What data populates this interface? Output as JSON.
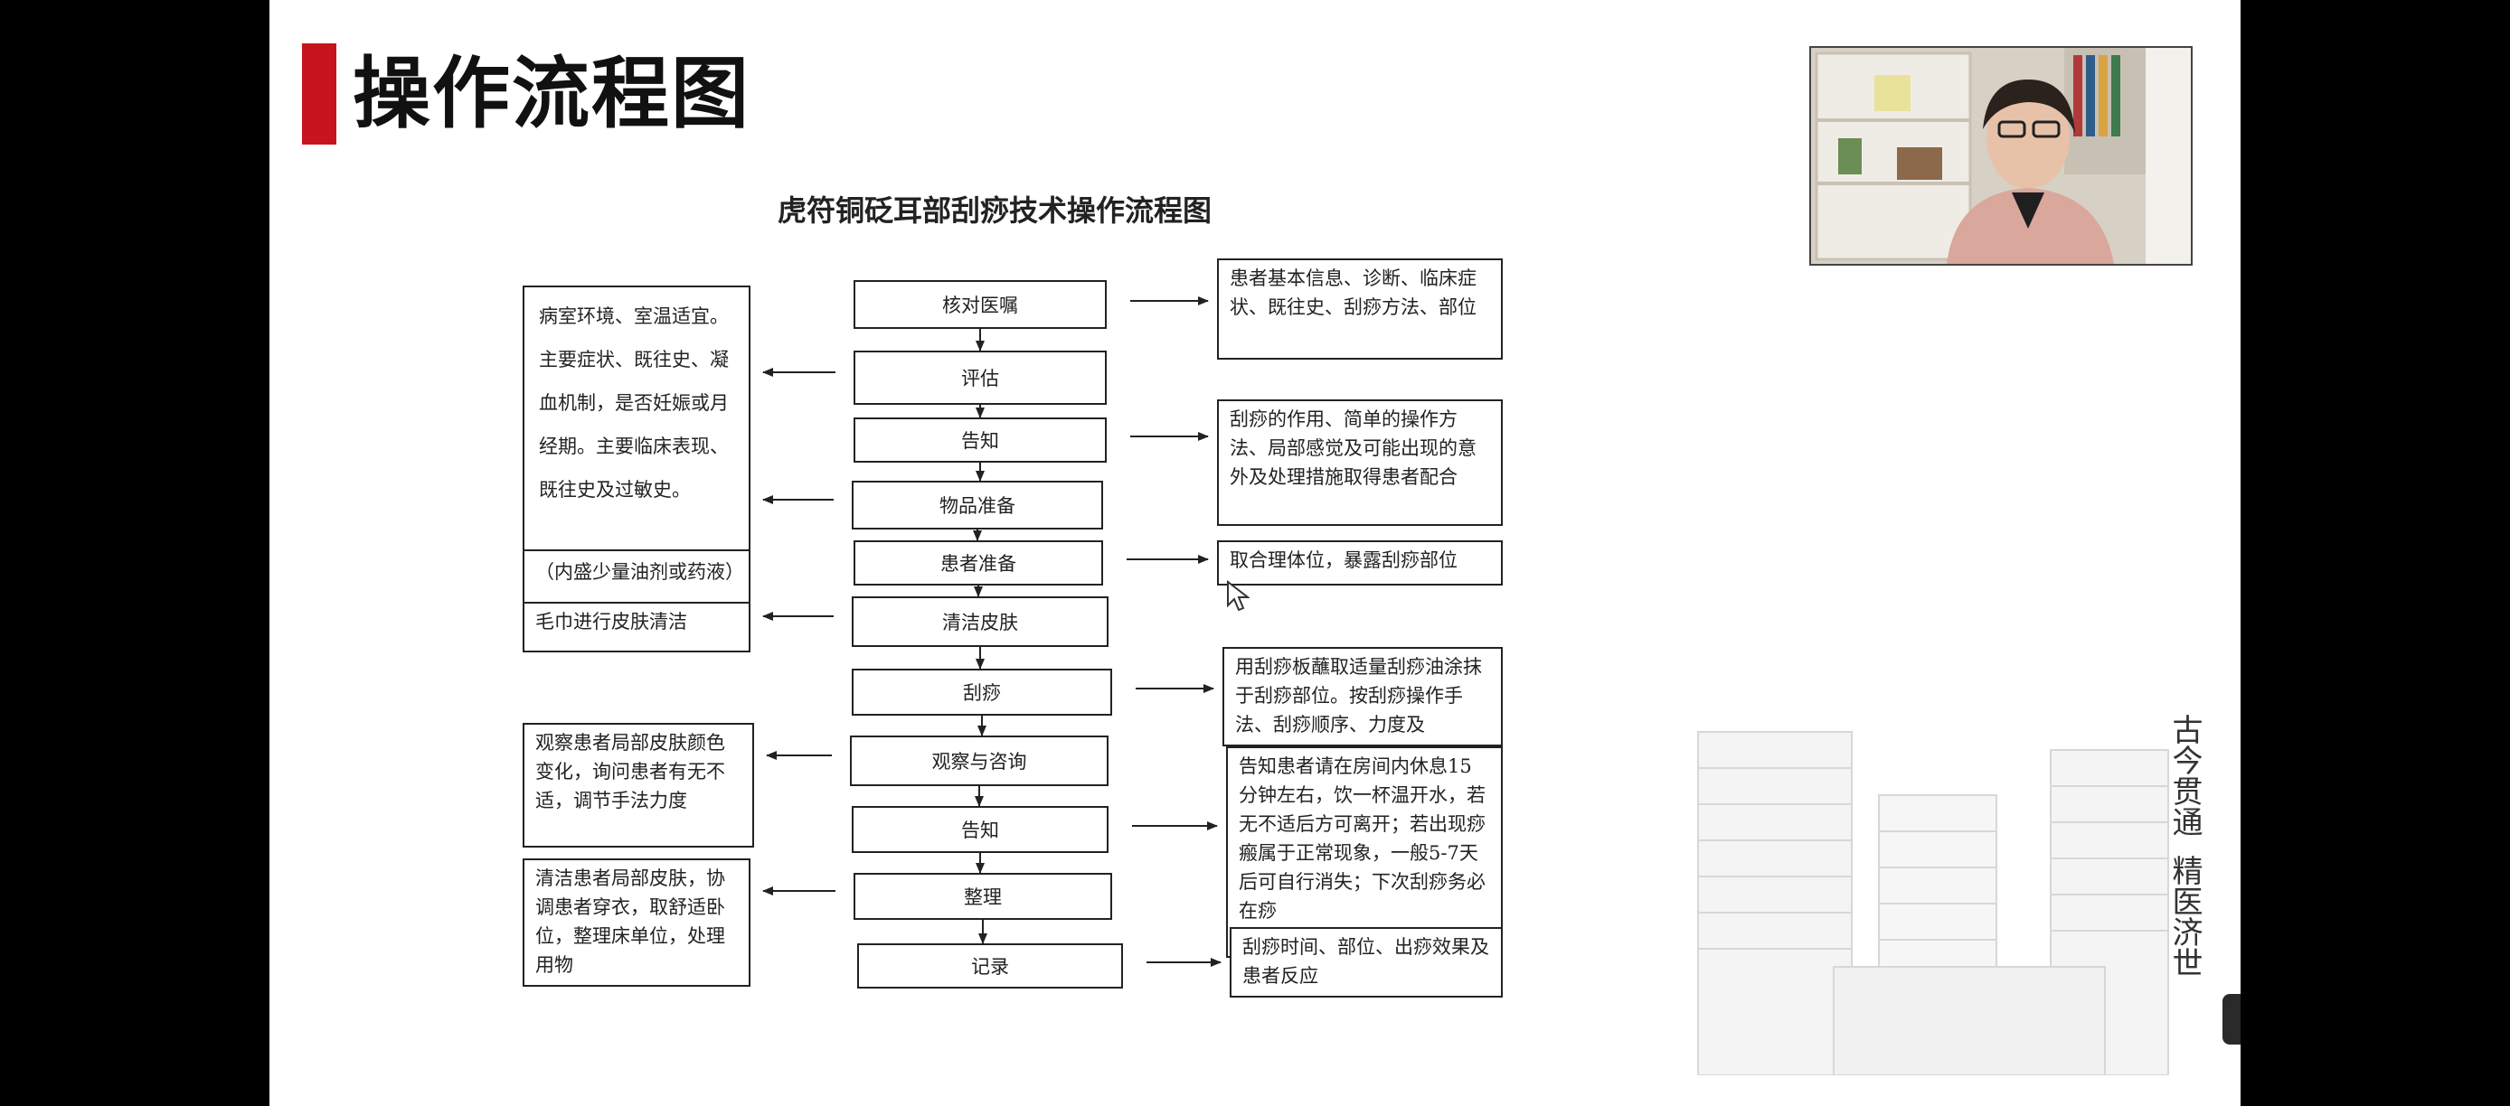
{
  "slide": {
    "title": "操作流程图",
    "flow_title": "虎符铜砭耳部刮痧技术操作流程图",
    "watermark_lines": [
      "古今贯通",
      "精医济世"
    ]
  },
  "steps": [
    {
      "id": "s1",
      "label": "核对医嘱"
    },
    {
      "id": "s2",
      "label": "评估"
    },
    {
      "id": "s3",
      "label": "告知"
    },
    {
      "id": "s4",
      "label": "物品准备"
    },
    {
      "id": "s5",
      "label": "患者准备"
    },
    {
      "id": "s6",
      "label": "清洁皮肤"
    },
    {
      "id": "s7",
      "label": "刮痧"
    },
    {
      "id": "s8",
      "label": "观察与咨询"
    },
    {
      "id": "s9",
      "label": "告知"
    },
    {
      "id": "s10",
      "label": "整理"
    },
    {
      "id": "s11",
      "label": "记录"
    }
  ],
  "notes": [
    {
      "id": "n1",
      "text": "患者基本信息、诊断、临床症状、既往史、刮痧方法、部位"
    },
    {
      "id": "n2",
      "text": "病室环境、室温适宜。主要症状、既往史、凝血机制，是否妊娠或月经期。主要临床表现、既往史及过敏史。"
    },
    {
      "id": "n3",
      "text": "刮痧的作用、简单的操作方法、局部感觉及可能出现的意外及处理措施取得患者配合"
    },
    {
      "id": "n4",
      "text": "（内盛少量油剂或药液）"
    },
    {
      "id": "n5",
      "text": "取合理体位，暴露刮痧部位"
    },
    {
      "id": "n6",
      "text": "毛巾进行皮肤清洁"
    },
    {
      "id": "n7",
      "text": "用刮痧板蘸取适量刮痧油涂抹于刮痧部位。按刮痧操作手法、刮痧顺序、力度及"
    },
    {
      "id": "n8",
      "text": "观察患者局部皮肤颜色变化，询问患者有无不适，调节手法力度"
    },
    {
      "id": "n9",
      "text": "告知患者请在房间内休息15分钟左右，饮一杯温开水，若无不适后方可离开；若出现痧瘢属于正常现象，一般5-7天后可自行消失；下次刮痧务必在痧"
    },
    {
      "id": "n10",
      "text": "清洁患者局部皮肤，协调患者穿衣，取舒适卧位，整理床单位，处理用物"
    },
    {
      "id": "n11",
      "text": "刮痧时间、部位、出痧效果及患者反应"
    }
  ],
  "edges": [
    {
      "from": "s1",
      "to": "s2"
    },
    {
      "from": "s2",
      "to": "s3"
    },
    {
      "from": "s3",
      "to": "s4"
    },
    {
      "from": "s4",
      "to": "s5"
    },
    {
      "from": "s5",
      "to": "s6"
    },
    {
      "from": "s6",
      "to": "s7"
    },
    {
      "from": "s7",
      "to": "s8"
    },
    {
      "from": "s8",
      "to": "s9"
    },
    {
      "from": "s9",
      "to": "s10"
    },
    {
      "from": "s10",
      "to": "s11"
    },
    {
      "from": "s1",
      "to": "n1"
    },
    {
      "from": "s2",
      "to": "n2"
    },
    {
      "from": "s3",
      "to": "n3"
    },
    {
      "from": "s4",
      "to": "n2"
    },
    {
      "from": "s5",
      "to": "n5"
    },
    {
      "from": "s6",
      "to": "n6"
    },
    {
      "from": "s7",
      "to": "n7"
    },
    {
      "from": "s8",
      "to": "n8"
    },
    {
      "from": "s9",
      "to": "n9"
    },
    {
      "from": "s10",
      "to": "n10"
    },
    {
      "from": "s11",
      "to": "n11"
    }
  ],
  "colors": {
    "accent": "#c8141c",
    "line": "#222222",
    "background": "#ffffff",
    "frame": "#000000"
  }
}
